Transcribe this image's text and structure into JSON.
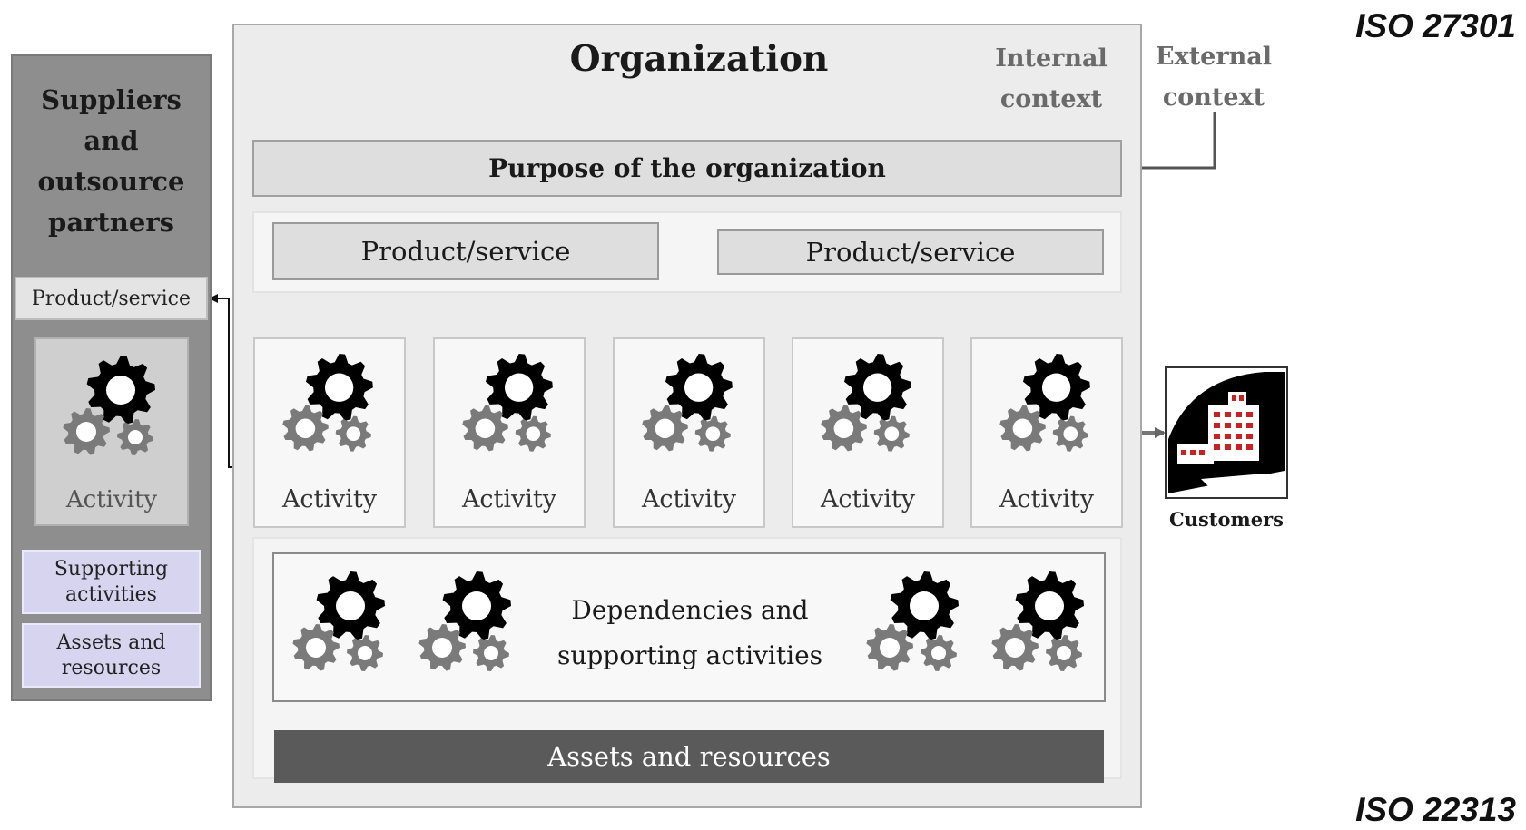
{
  "header": {
    "iso_top": "ISO 27301",
    "iso_bottom": "ISO 22313"
  },
  "suppliers": {
    "title_lines": [
      "Suppliers",
      "and",
      "outsource",
      "partners"
    ],
    "product_service": "Product/service",
    "activity": "Activity",
    "supporting_lines": [
      "Supporting",
      "activities"
    ],
    "assets_lines": [
      "Assets and",
      "resources"
    ]
  },
  "organization": {
    "title": "Organization",
    "internal_context_lines": [
      "Internal",
      "context"
    ],
    "purpose": "Purpose of the organization",
    "products": [
      "Product/service",
      "Product/service"
    ],
    "activities": [
      "Activity",
      "Activity",
      "Activity",
      "Activity",
      "Activity"
    ],
    "dependencies_lines": [
      "Dependencies and",
      "supporting activities"
    ],
    "assets": "Assets and resources"
  },
  "external": {
    "context_lines": [
      "External",
      "context"
    ],
    "customers_label": "Customers"
  },
  "colors": {
    "suppliers_panel": "#8e8e8e",
    "organization_panel": "#ececec",
    "lavender_boxes": "#d6d4ee",
    "assets_bar": "#5a5a5a",
    "customer_red": "#cc1f1f",
    "gear_black": "#000000",
    "gear_grey": "#7a7a7a"
  }
}
